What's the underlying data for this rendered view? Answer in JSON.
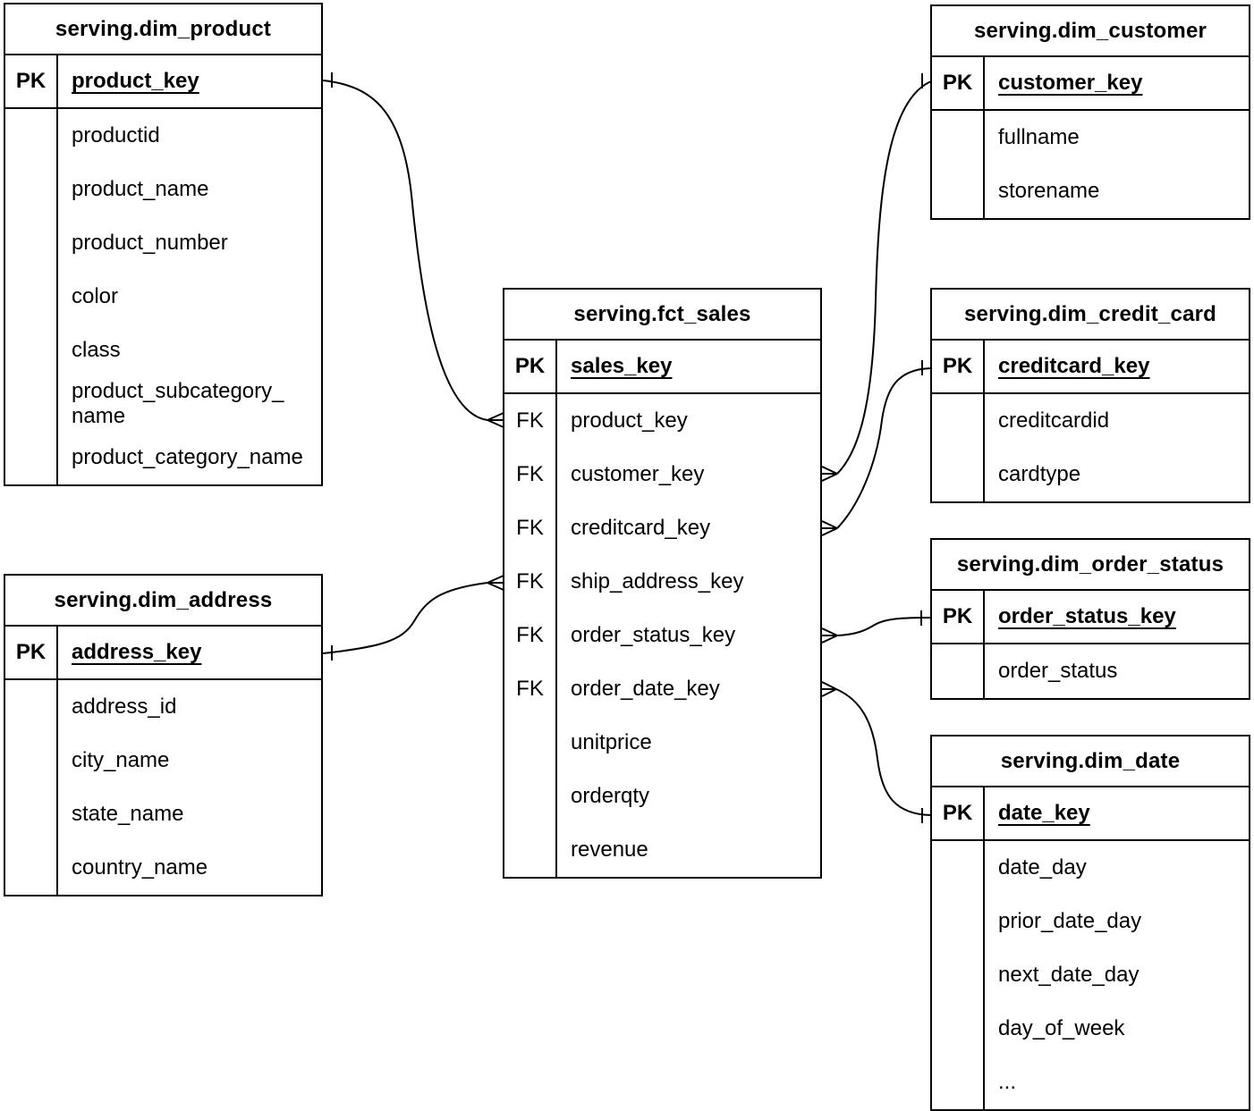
{
  "diagram_type": "entity-relationship-star-schema",
  "tables": {
    "dim_product": {
      "title": "serving.dim_product",
      "pk_label": "PK",
      "pk_field": "product_key",
      "fields": [
        "productid",
        "product_name",
        "product_number",
        "color",
        "class",
        "product_subcategory_\nname",
        "product_category_name"
      ]
    },
    "dim_address": {
      "title": "serving.dim_address",
      "pk_label": "PK",
      "pk_field": "address_key",
      "fields": [
        "address_id",
        "city_name",
        "state_name",
        "country_name"
      ]
    },
    "fct_sales": {
      "title": "serving.fct_sales",
      "pk_label": "PK",
      "pk_field": "sales_key",
      "rows": [
        {
          "key": "FK",
          "name": "product_key"
        },
        {
          "key": "FK",
          "name": "customer_key"
        },
        {
          "key": "FK",
          "name": "creditcard_key"
        },
        {
          "key": "FK",
          "name": "ship_address_key"
        },
        {
          "key": "FK",
          "name": "order_status_key"
        },
        {
          "key": "FK",
          "name": "order_date_key"
        },
        {
          "key": "",
          "name": "unitprice"
        },
        {
          "key": "",
          "name": "orderqty"
        },
        {
          "key": "",
          "name": "revenue"
        }
      ]
    },
    "dim_customer": {
      "title": "serving.dim_customer",
      "pk_label": "PK",
      "pk_field": "customer_key",
      "fields": [
        "fullname",
        "storename"
      ]
    },
    "dim_credit_card": {
      "title": "serving.dim_credit_card",
      "pk_label": "PK",
      "pk_field": "creditcard_key",
      "fields": [
        "creditcardid",
        "cardtype"
      ]
    },
    "dim_order_status": {
      "title": "serving.dim_order_status",
      "pk_label": "PK",
      "pk_field": "order_status_key",
      "fields": [
        "order_status"
      ]
    },
    "dim_date": {
      "title": "serving.dim_date",
      "pk_label": "PK",
      "pk_field": "date_key",
      "fields": [
        "date_day",
        "prior_date_day",
        "next_date_day",
        "day_of_week",
        "..."
      ]
    }
  },
  "relationships": [
    {
      "from": "serving.dim_product.product_key",
      "to": "serving.fct_sales.product_key",
      "cardinality": "one-to-many"
    },
    {
      "from": "serving.dim_address.address_key",
      "to": "serving.fct_sales.ship_address_key",
      "cardinality": "one-to-many"
    },
    {
      "from": "serving.dim_customer.customer_key",
      "to": "serving.fct_sales.customer_key",
      "cardinality": "one-to-many"
    },
    {
      "from": "serving.dim_credit_card.creditcard_key",
      "to": "serving.fct_sales.creditcard_key",
      "cardinality": "one-to-many"
    },
    {
      "from": "serving.dim_order_status.order_status_key",
      "to": "serving.fct_sales.order_status_key",
      "cardinality": "one-to-many"
    },
    {
      "from": "serving.dim_date.date_key",
      "to": "serving.fct_sales.order_date_key",
      "cardinality": "one-to-many"
    }
  ],
  "colors": {
    "line": "#000000",
    "text": "#000000",
    "background": "#ffffff"
  }
}
